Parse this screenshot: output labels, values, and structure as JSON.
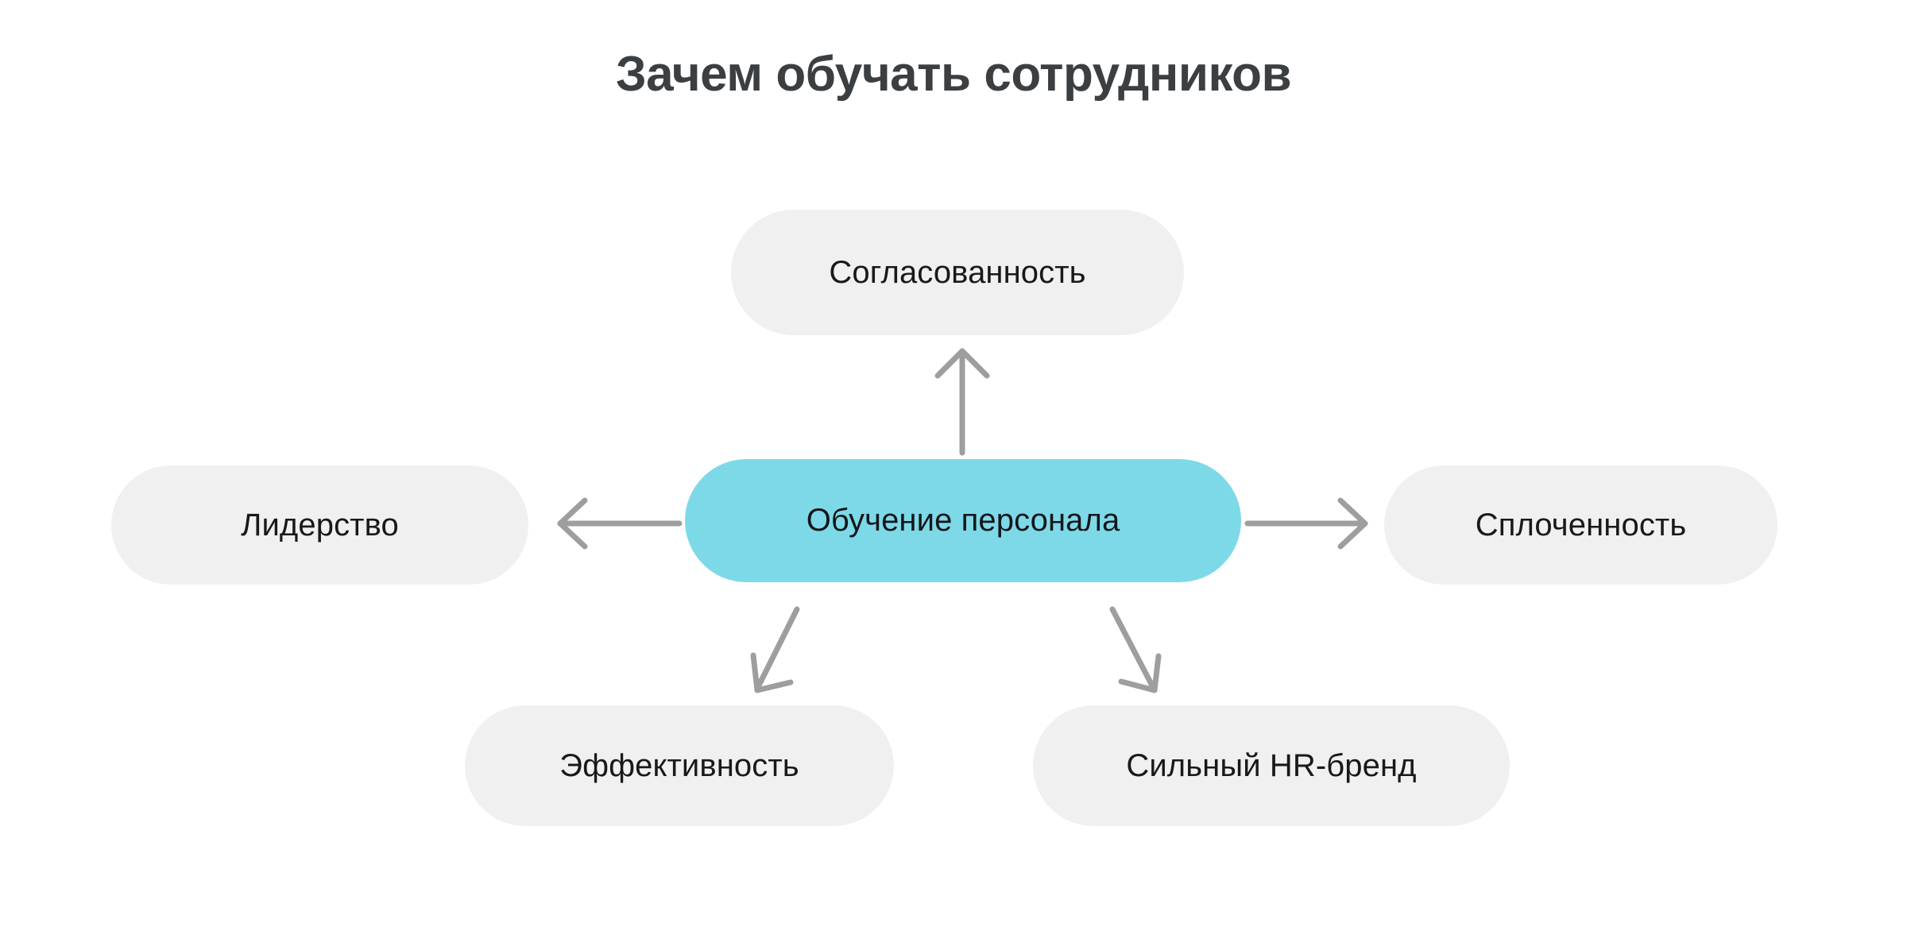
{
  "title": "Зачем обучать сотрудников",
  "colors": {
    "background": "#ffffff",
    "title_text": "#3b3f42",
    "node_fill": "#f0f0f0",
    "center_node_fill": "#7dd9e8",
    "node_text": "#18191b",
    "arrow": "#9e9e9e"
  },
  "diagram": {
    "type": "hub-and-spoke",
    "center": {
      "label": "Обучение персонала",
      "fill": "#7dd9e8"
    },
    "nodes": [
      {
        "id": "soglasovannost",
        "label": "Согласованность",
        "position": "top",
        "fill": "#f0f0f0"
      },
      {
        "id": "liderstvo",
        "label": "Лидерство",
        "position": "left",
        "fill": "#f0f0f0"
      },
      {
        "id": "splochennost",
        "label": "Сплоченность",
        "position": "right",
        "fill": "#f0f0f0"
      },
      {
        "id": "effektivnost",
        "label": "Эффективность",
        "position": "bottom-left",
        "fill": "#f0f0f0"
      },
      {
        "id": "hr-brand",
        "label": "Сильный HR-бренд",
        "position": "bottom-right",
        "fill": "#f0f0f0"
      }
    ],
    "arrows": [
      {
        "from": "center",
        "to": "soglasovannost",
        "direction": "up"
      },
      {
        "from": "center",
        "to": "liderstvo",
        "direction": "left"
      },
      {
        "from": "center",
        "to": "splochennost",
        "direction": "right"
      },
      {
        "from": "center",
        "to": "effektivnost",
        "direction": "down-left"
      },
      {
        "from": "center",
        "to": "hr-brand",
        "direction": "down-right"
      }
    ]
  }
}
